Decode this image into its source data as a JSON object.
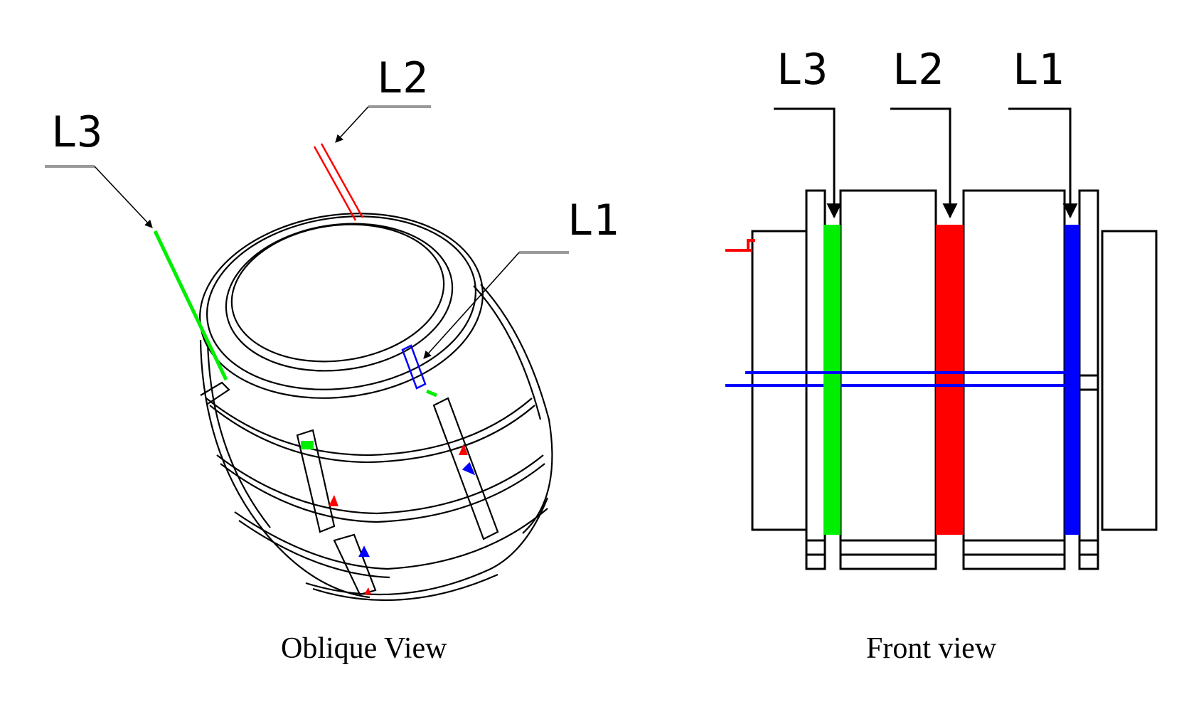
{
  "oblique_view": {
    "caption": "Oblique View",
    "labels": {
      "l3": "L3",
      "l2": "L2",
      "l1": "L1"
    }
  },
  "front_view": {
    "caption": "Front view",
    "labels": {
      "l3": "L3",
      "l2": "L2",
      "l1": "L1"
    }
  },
  "colors": {
    "l1": "#0000ff",
    "l2": "#ff0000",
    "l3": "#00ee00",
    "outline": "#000000",
    "leader_oblique": "#9a9a9a"
  }
}
